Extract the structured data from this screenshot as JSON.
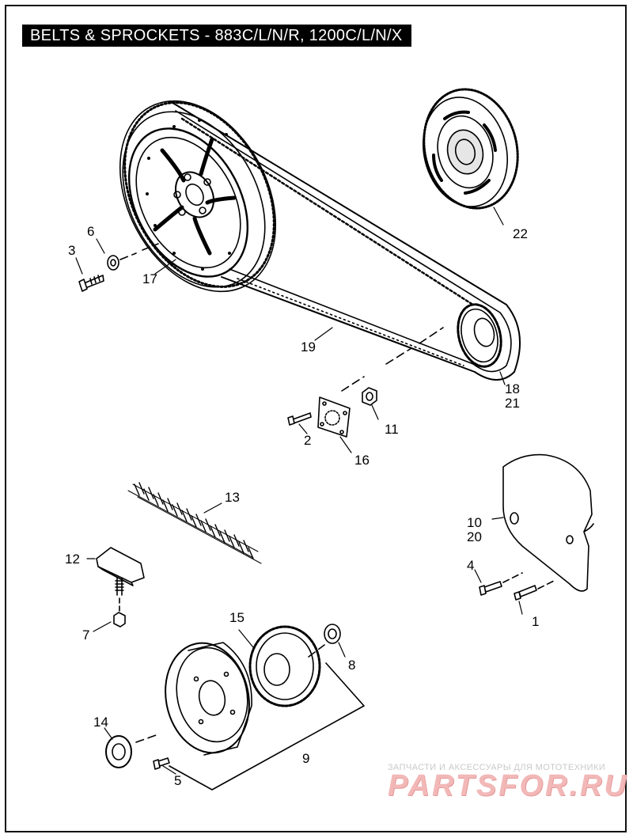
{
  "title": "BELTS & SPROCKETS - 883C/L/N/R, 1200C/L/N/X",
  "watermark": {
    "caption": "ЗАПЧАСТИ И АКСЕССУАРЫ ДЛЯ МОТОТЕХНИКИ",
    "brand": "PARTSFOR.RU"
  },
  "callouts": {
    "c1": "1",
    "c2": "2",
    "c3": "3",
    "c4": "4",
    "c5": "5",
    "c6": "6",
    "c7": "7",
    "c8": "8",
    "c9": "9",
    "c10": "10",
    "c11": "11",
    "c12": "12",
    "c13": "13",
    "c14": "14",
    "c15": "15",
    "c16": "16",
    "c17": "17",
    "c18": "18",
    "c19": "19",
    "c20": "20",
    "c21": "21",
    "c22": "22"
  }
}
